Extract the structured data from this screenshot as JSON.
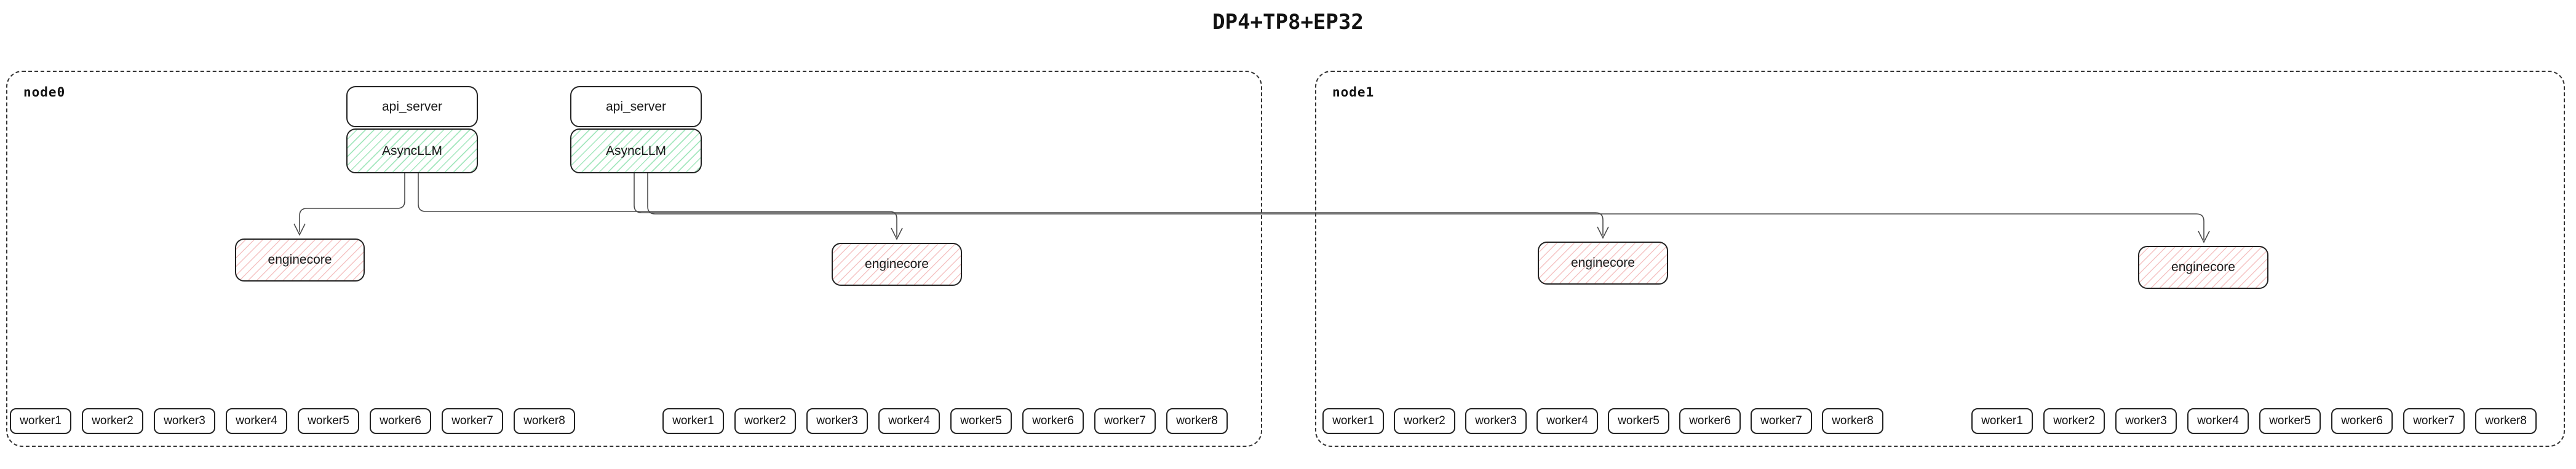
{
  "title": "DP4+TP8+EP32",
  "colors": {
    "background": "#ffffff",
    "box_border": "#222222",
    "node_border": "#333333",
    "edge": "#4a4a4a",
    "asyncllm_hatch": "#86dfa8",
    "enginecore_hatch": "#f0a3a3"
  },
  "nodes": [
    {
      "label": "node0",
      "stacks": [
        {
          "api_server": "api_server",
          "asyncllm": "AsyncLLM"
        },
        {
          "api_server": "api_server",
          "asyncllm": "AsyncLLM"
        }
      ],
      "enginecores": [
        {
          "label": "enginecore"
        },
        {
          "label": "enginecore"
        }
      ],
      "worker_groups": [
        {
          "items": [
            "worker1",
            "worker2",
            "worker3",
            "worker4",
            "worker5",
            "worker6",
            "worker7",
            "worker8"
          ]
        },
        {
          "items": [
            "worker1",
            "worker2",
            "worker3",
            "worker4",
            "worker5",
            "worker6",
            "worker7",
            "worker8"
          ]
        }
      ]
    },
    {
      "label": "node1",
      "enginecores": [
        {
          "label": "enginecore"
        },
        {
          "label": "enginecore"
        }
      ],
      "worker_groups": [
        {
          "items": [
            "worker1",
            "worker2",
            "worker3",
            "worker4",
            "worker5",
            "worker6",
            "worker7",
            "worker8"
          ]
        },
        {
          "items": [
            "worker1",
            "worker2",
            "worker3",
            "worker4",
            "worker5",
            "worker6",
            "worker7",
            "worker8"
          ]
        }
      ]
    }
  ],
  "edges": [
    {
      "from": "asyncllm-1",
      "to": "enginecore-1"
    },
    {
      "from": "asyncllm-1",
      "to": "enginecore-2"
    },
    {
      "from": "asyncllm-2",
      "to": "enginecore-3"
    },
    {
      "from": "asyncllm-2",
      "to": "enginecore-4"
    }
  ]
}
